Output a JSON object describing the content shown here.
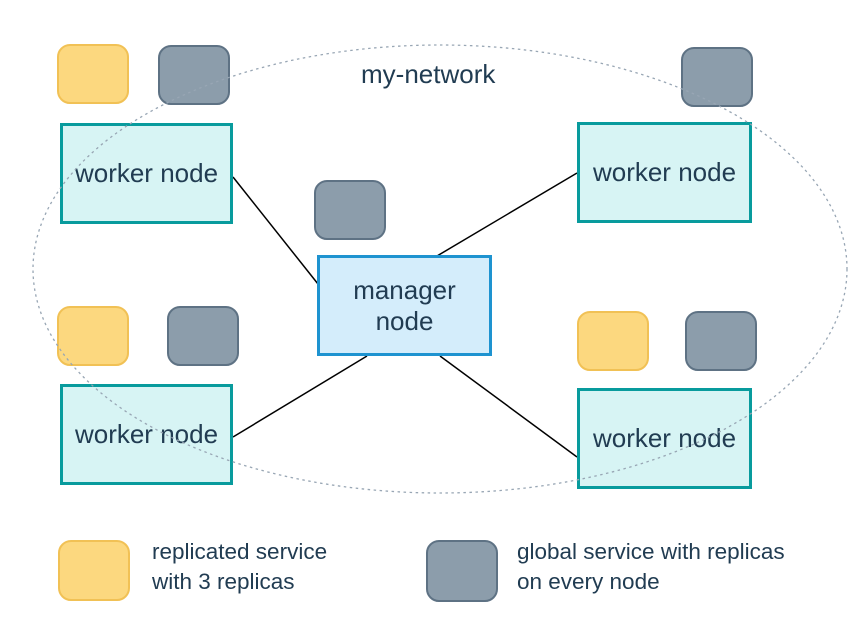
{
  "network": {
    "label": "my-network"
  },
  "nodes": {
    "manager": {
      "label": "manager node"
    },
    "workers": [
      {
        "label": "worker node",
        "position": "top-left"
      },
      {
        "label": "worker node",
        "position": "top-right"
      },
      {
        "label": "worker node",
        "position": "bottom-left"
      },
      {
        "label": "worker node",
        "position": "bottom-right"
      }
    ]
  },
  "services": {
    "replicated_service_icon_count": 3,
    "global_service_icon_count": 5
  },
  "legend": {
    "replicated": {
      "label": "replicated service with 3 replicas"
    },
    "global": {
      "label": "global service with replicas on every node"
    }
  },
  "colors": {
    "replicated_fill": "#FCD87F",
    "replicated_border": "#F1C155",
    "global_fill": "#8C9DAB",
    "global_border": "#5E7284",
    "worker_fill": "#D7F4F4",
    "worker_border": "#089B9D",
    "manager_fill": "#D4EDFB",
    "manager_border": "#1E93D0",
    "text": "#213C52",
    "network_dash": "#98A6B4",
    "connection_line": "#000000"
  }
}
